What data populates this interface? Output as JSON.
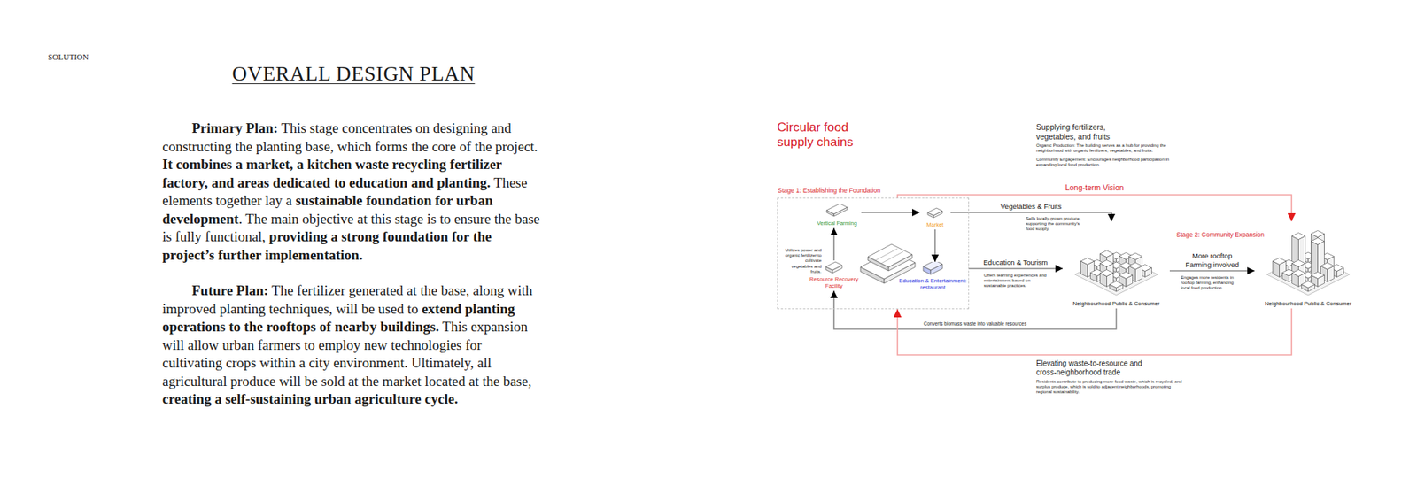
{
  "diagram": {
    "title": "OVERALL DESIGN PLAN",
    "nodes": [
      {
        "text": [
          "Stage 1: Establishing the Foundation"
        ]
      },
      {
        "text": [
          "Vertical Farming"
        ],
        "in": 0
      },
      {
        "text": [
          "Market"
        ],
        "in": 0
      },
      {
        "text": [
          "Resource Recovery Facility"
        ],
        "in": 0
      },
      {
        "text": [
          "Education & Entertainment: restaurant"
        ],
        "in": 0
      },
      {
        "text": [
          "Neighbourhood Public & Consumer"
        ]
      },
      {
        "text": [
          "Neighbourhood Public & Consumer"
        ]
      }
    ],
    "edges": [
      {
        "from": 1,
        "to": 2,
        "arrow": "to"
      },
      {
        "from": 3,
        "to": 1,
        "arrow": "to"
      },
      {
        "from": 2,
        "to": 4,
        "arrow": "to"
      },
      {
        "from": 2,
        "to": 5,
        "label": "Vegetables & Fruits",
        "arrow": "to"
      },
      {
        "from": 4,
        "to": 5,
        "label": "Education & Tourism",
        "arrow": "to"
      },
      {
        "from": 5,
        "to": 3,
        "label": "Converts biomass waste into valuable resources",
        "arrow": "to"
      },
      {
        "from": 5,
        "to": 6,
        "label": "More rooftop Farming involved",
        "arrow": "to"
      },
      {
        "from": 0,
        "to": 6,
        "label": "Long-term Vision",
        "arrow": "to"
      },
      {
        "from": 6,
        "to": 0,
        "arrow": "to"
      }
    ],
    "labels": [
      "SOLUTION",
      "Primary Plan:",
      "This stage concentrates on designing and constructing the planting base, which forms the core of the project.",
      "It combines a market, a kitchen waste recycling fertilizer factory, and areas dedicated to education and planting.",
      "These elements together lay a",
      "sustainable foundation for urban development",
      ". The main objective at this stage is to ensure the base is fully functional,",
      "providing a strong foundation for the project’s further implementation.",
      "Future Plan:",
      "The fertilizer generated at the base, along with improved planting techniques, will be used to",
      "extend planting operations to the rooftops of nearby buildings.",
      "This expansion will allow urban farmers to employ new technologies for cultivating crops within a city environment. Ultimately, all agricultural produce will be sold at the market located at the base,",
      "creating a self-sustaining urban agriculture cycle.",
      "Circular food supply chains",
      "Supplying fertilizers, vegetables, and fruits",
      "Organic Production: The building serves as a hub for providing the neighborhood with organic fertilizers, vegetables, and fruits.",
      "Community Engagement: Encourages neighborhood participation in expanding local food production.",
      "Utilizes power and organic fertilizer to cultivate vegetables and fruits.",
      "Sells locally grown produce, supporting the community's food supply.",
      "Offers learning experiences and entertainment based on sustainable practices.",
      "Stage 2: Community Expansion",
      "Engages more residents in rooftop farming, enhancing local food production.",
      "Elevating waste-to-resource and cross-neighborhood trade",
      "Residents contribute to producing more food waste, which is recycled, and surplus produce, which is sold to adjacent neighborhoods, promoting regional sustainability."
    ]
  }
}
